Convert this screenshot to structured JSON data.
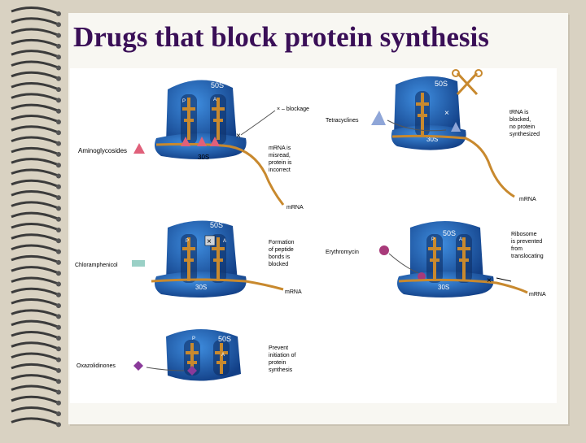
{
  "slide": {
    "title": "Drugs that block protein synthesis"
  },
  "panels": {
    "aminoglycosides": {
      "drug": "Aminoglycosides",
      "large_subunit": "50S",
      "small_subunit": "30S",
      "site_left": "P",
      "site_right": "A",
      "blockage": "× – blockage",
      "effect": [
        "mRNA is",
        "misread,",
        "protein is",
        "incorrect"
      ],
      "mrna": "mRNA"
    },
    "tetracyclines": {
      "drug": "Tetracyclines",
      "large_subunit": "50S",
      "small_subunit": "30S",
      "effect": [
        "tRNA is",
        "blocked,",
        "no protein",
        "synthesized"
      ],
      "mrna": "mRNA"
    },
    "chloramphenicol": {
      "drug": "Chloramphenicol",
      "large_subunit": "50S",
      "small_subunit": "30S",
      "site_left": "P",
      "site_right": "A",
      "effect": [
        "Formation",
        "of peptide",
        "bonds is",
        "blocked"
      ],
      "mrna": "mRNA"
    },
    "erythromycin": {
      "drug": "Erythromycin",
      "large_subunit": "50S",
      "small_subunit": "30S",
      "site_left": "P",
      "site_right": "A",
      "effect": [
        "Ribosome",
        "is prevented",
        "from",
        "translocating"
      ],
      "mrna": "mRNA"
    },
    "oxazolidinones": {
      "drug": "Oxazolidinones",
      "large_subunit": "50S",
      "site_left": "P",
      "site_right": "A",
      "effect": [
        "Prevent",
        "initiation of",
        "protein",
        "synthesis"
      ]
    }
  },
  "colors": {
    "title": "#3a0f57",
    "ribosome": "#1f64b8",
    "ribosome_dark": "#123f86",
    "trna": "#c8892e",
    "mrna": "#c8892e",
    "aminoglycoside_drug": "#e0607a",
    "tetracycline_drug": "#8fa6d8",
    "chloramphenicol_drug": "#9ad0c6",
    "erythromycin_drug": "#a83a7a",
    "oxazolidinone_drug": "#8a3a9a"
  },
  "icons": {
    "binding": "spiral-coil-icon",
    "blockage": "x-mark-icon",
    "scissors": "scissors-icon"
  }
}
